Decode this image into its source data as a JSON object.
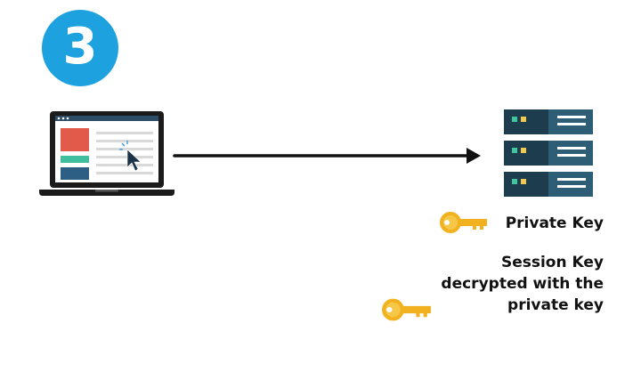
{
  "step": {
    "number": "3",
    "color": "#1ea1df"
  },
  "icons": {
    "laptop": "laptop-icon",
    "server": "server-stack-icon",
    "key": "key-icon",
    "cursor": "cursor-icon",
    "arrow": "arrow-right-icon"
  },
  "colors": {
    "server_dark": "#1d3d4f",
    "server_light": "#2d5e76",
    "key_gold": "#f2b21f",
    "arrow": "#111111"
  },
  "private_key": {
    "label": "Private Key"
  },
  "session_key": {
    "lines": [
      "Session Key",
      "decrypted with the",
      "private key"
    ]
  }
}
